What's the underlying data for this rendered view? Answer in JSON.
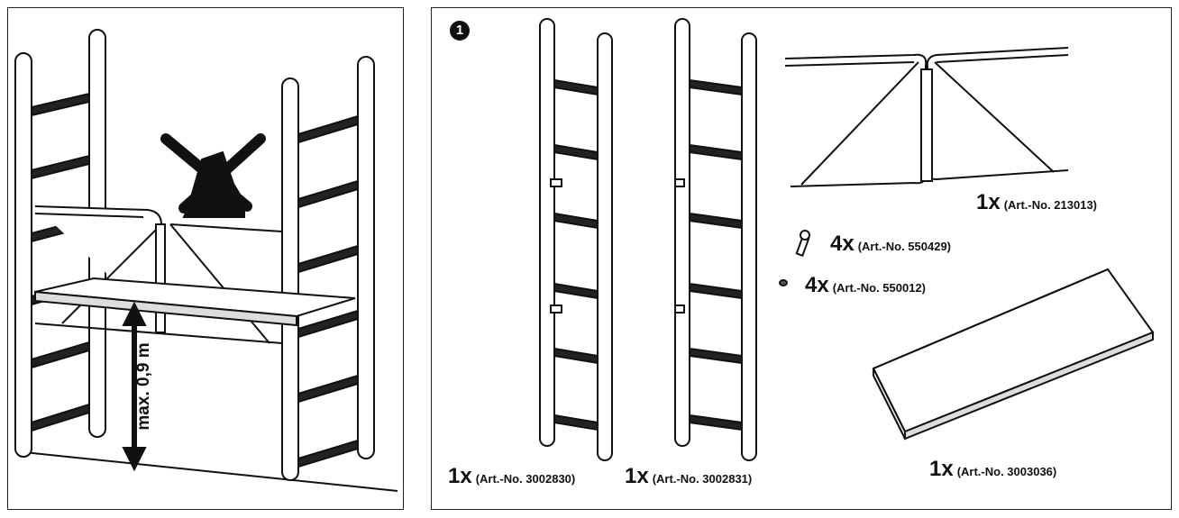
{
  "step": {
    "number": "1"
  },
  "warning": {
    "height_label": "max. 0,9 m"
  },
  "parts": [
    {
      "qty": "1x",
      "art": "(Art.-No. 3002830)"
    },
    {
      "qty": "1x",
      "art": "(Art.-No. 3002831)"
    },
    {
      "qty": "1x",
      "art": "(Art.-No. 213013)"
    },
    {
      "qty": "4x",
      "art": "(Art.-No. 550429)"
    },
    {
      "qty": "4x",
      "art": "(Art.-No. 550012)"
    },
    {
      "qty": "1x",
      "art": "(Art.-No. 3003036)"
    }
  ],
  "icons": {
    "no_step": "no-stepping-boot-icon",
    "height_arrow": "double-arrow-icon"
  }
}
